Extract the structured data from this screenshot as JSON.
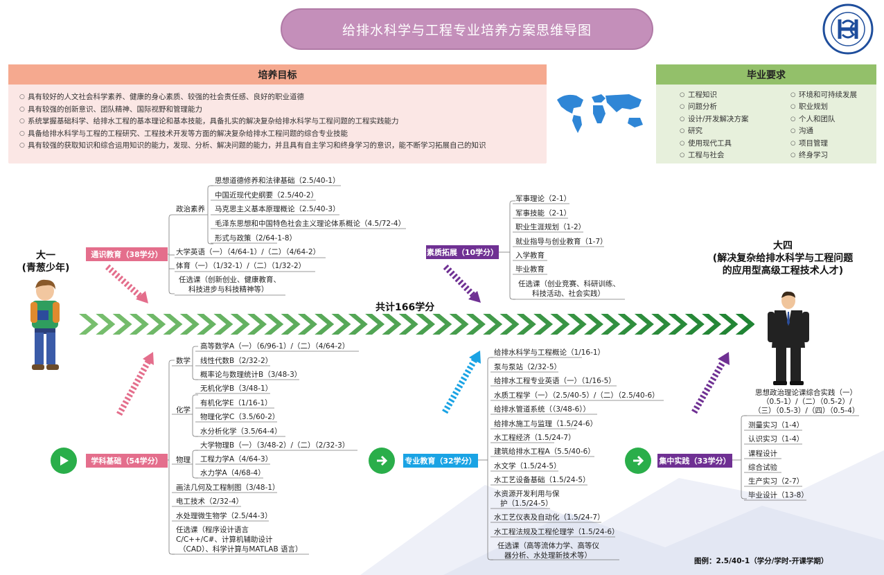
{
  "title": "给排水科学与工程专业培养方案思维导图",
  "goals": {
    "header": "培养目标",
    "items": [
      "具有较好的人文社会科学素养、健康的身心素质、较强的社会责任感、良好的职业道德",
      "具有较强的创新意识、团队精神、国际视野和管理能力",
      "系统掌握基础科学、给排水工程的基本理论和基本技能，具备扎实的解决复杂给排水科学与工程问题的工程实践能力",
      "具备给排水科学与工程的工程研究、工程技术开发等方面的解决复杂给排水工程问题的综合专业技能",
      "具有较强的获取知识和综合运用知识的能力，发现、分析、解决问题的能力，并且具有自主学习和终身学习的意识，能不断学习拓展自己的知识"
    ]
  },
  "requirements": {
    "header": "毕业要求",
    "col1": [
      "工程知识",
      "问题分析",
      "设计/开发解决方案",
      "研究",
      "使用现代工具",
      "工程与社会"
    ],
    "col2": [
      "环境和可持续发展",
      "职业规划",
      "个人和团队",
      "沟通",
      "项目管理",
      "终身学习"
    ]
  },
  "year1": {
    "line1": "大一",
    "line2": "(青葱少年)"
  },
  "year4": {
    "line1": "大四",
    "line2": "(解决复杂给排水科学与工程问题",
    "line3": "的应用型高级工程技术人才)"
  },
  "total": "共计166学分",
  "legend": "图例：2.5/40-1（学分/学时-开课学期）",
  "general": {
    "label": "通识教育（38学分）",
    "politics_label": "政治素养",
    "politics": [
      "思想道德修养和法律基础（2.5/40-1）",
      "中国近现代史纲要（2.5/40-2）",
      "马克思主义基本原理概论（2.5/40-3）",
      "毛泽东思想和中国特色社会主义理论体系概论（4.5/72-4）",
      "形式与政策（2/64-1-8）"
    ],
    "english": "大学英语（一）（4/64-1）/（二）（4/64-2）",
    "pe": "体育（一）（1/32-1）/（二）（1/32-2）",
    "elective_1": "任选课（创新创业、健康教育、",
    "elective_2": "科技进步与科技精神等）"
  },
  "quality": {
    "label": "素质拓展（10学分）",
    "items": [
      "军事理论（2-1）",
      "军事技能（2-1）",
      "职业生涯规划（1-2）",
      "就业指导与创业教育（1-7）",
      "入学教育",
      "毕业教育"
    ],
    "elective_1": "任选课（创业竞赛、科研训练、",
    "elective_2": "科技活动、社会实践）"
  },
  "subject": {
    "label": "学科基础（54学分）",
    "math_label": "数学",
    "math": [
      "高等数学A（一）（6/96-1）/（二）（4/64-2）",
      "线性代数B（2/32-2）",
      "概率论与数理统计B（3/48-3）"
    ],
    "chem_label": "化学",
    "chem": [
      "无机化学B（3/48-1）",
      "有机化学E（1/16-1）",
      "物理化学C（3.5/60-2）",
      "水分析化学（3.5/64-4）"
    ],
    "phys_label": "物理",
    "phys": [
      "大学物理B（一）（3/48-2）/（二）（2/32-3）",
      "工程力学A（4/64-3）",
      "水力学A（4/68-4）"
    ],
    "others": [
      "画法几何及工程制图（3/48-1）",
      "电工技术（2/32-4）",
      "水处理微生物学（2.5/44-3）"
    ],
    "elective_1": "任选课（程序设计语言",
    "elective_2": "C/C++/C#、计算机辅助设计",
    "elective_3": "（CAD）、科学计算与MATLAB 语言）"
  },
  "major": {
    "label": "专业教育（32学分）",
    "items": [
      "给排水科学与工程概论（1/16-1）",
      "泵与泵站（2/32-5）",
      "给排水工程专业英语（一）（1/16-5）",
      "水质工程学（一）（2.5/40-5）/（二）（2.5/40-6）",
      "给排水管道系统（（3/48-6））",
      "给排水施工与监理（1.5/24-6）",
      "水工程经济（1.5/24-7）",
      "建筑给排水工程A（5.5/40-6）",
      "水文学（1.5/24-5）",
      "水工艺设备基础（1.5/24-5）"
    ],
    "water_res_1": "水资源开发利用与保",
    "water_res_2": "护（1.5/24-5）",
    "items2": [
      "水工艺仪表及自动化（1.5/24-7）",
      "水工程法规及工程伦理学（1.5/24-6）"
    ],
    "elective_1": "任选课（高等流体力学、高等仪",
    "elective_2": "器分析、水处理新技术等）"
  },
  "practice": {
    "label": "集中实践（33学分）",
    "pol_1": "思想政治理论课综合实践（一）",
    "pol_2": "（0.5-1）/（二）（0.5-2）/",
    "pol_3": "（三）（0.5-3）/（四）（0.5-4）",
    "items": [
      "测量实习（1-4）",
      "认识实习（1-4）",
      "课程设计",
      "综合试验",
      "生产实习（2-7）",
      "毕业设计（13-8）"
    ]
  },
  "colors": {
    "pink": "#e46e8c",
    "purple": "#6f3093",
    "blue": "#1aa3e4",
    "green": "#2aae4a",
    "chevron": "#5cb85c"
  }
}
